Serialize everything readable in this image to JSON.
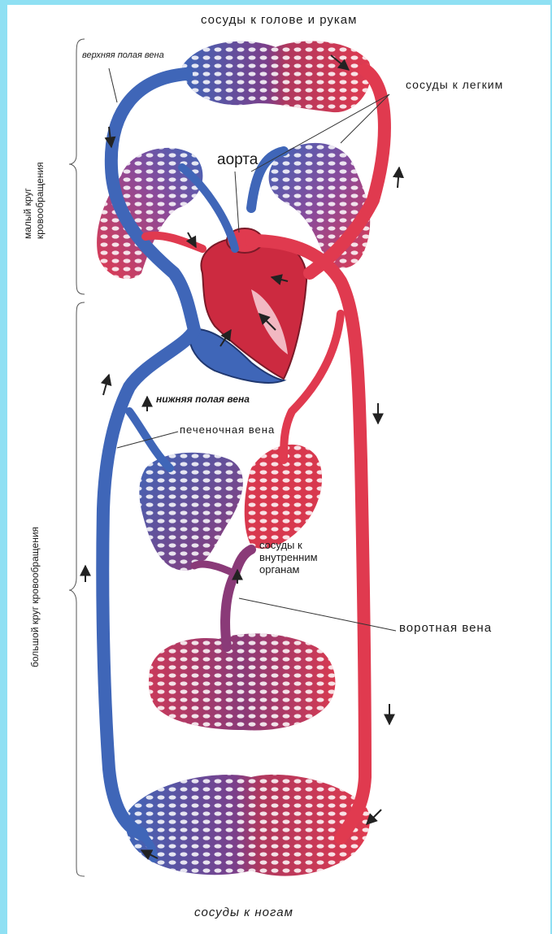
{
  "labels": {
    "head_arms": "сосуды к голове и рукам",
    "superior_vena_cava": "верхняя полая вена",
    "lungs": "сосуды к легким",
    "aorta": "аорта",
    "inferior_vena_cava": "нижняя полая вена",
    "hepatic_vein": "печеночная вена",
    "internal_organs": [
      "сосуды к",
      "внутренним",
      "органам"
    ],
    "portal_vein": "воротная вена",
    "legs": "сосуды к ногам"
  },
  "side_labels": {
    "pulmonary_circulation": [
      "малый круг",
      "кровообращения"
    ],
    "systemic_circulation": "большой круг кровообращения"
  },
  "colors": {
    "background_border": "#8fe0f3",
    "venous_blood": "#3f66b8",
    "arterial_blood": "#e03a4f",
    "mixed_blood": "#8a3a78",
    "text": "#1a1a1a"
  }
}
